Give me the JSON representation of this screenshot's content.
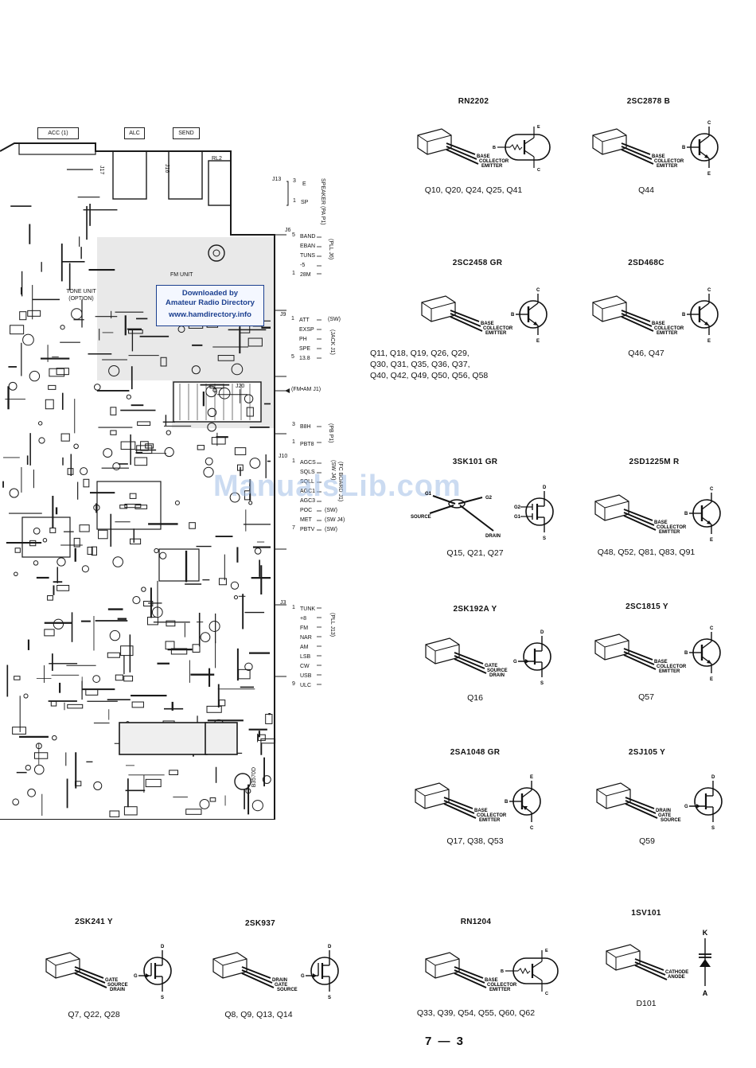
{
  "connectors": {
    "top_labels": [
      "ACC (1)",
      "ALC",
      "SEND"
    ],
    "j13": {
      "ref": "J13",
      "pins": [
        {
          "n": "3",
          "label": "E"
        },
        {
          "n": "1",
          "label": "SP"
        }
      ],
      "side": "SPEAKER (PA P1)"
    },
    "j6": {
      "ref": "J6",
      "pins": [
        {
          "n": "5",
          "label": "BAND"
        },
        {
          "n": "",
          "label": "EBAN"
        },
        {
          "n": "",
          "label": "TUNS"
        },
        {
          "n": "",
          "label": "-5"
        },
        {
          "n": "1",
          "label": "28M"
        }
      ],
      "side": "(PLL J6)"
    },
    "j9": {
      "ref": "J9",
      "pins": [
        {
          "n": "1",
          "label": "ATT"
        },
        {
          "n": "",
          "label": "EXSP"
        },
        {
          "n": "",
          "label": "PH"
        },
        {
          "n": "",
          "label": "SPE"
        },
        {
          "n": "5",
          "label": "13.8"
        }
      ],
      "side_a": "(SW)",
      "side_b": "(JACK J1)"
    },
    "fm_am": "(FM•AM J1)",
    "pbt": {
      "pins": [
        {
          "n": "3",
          "label": "B8H"
        },
        {
          "n": "1",
          "label": "PBT8"
        }
      ],
      "side": "(PB P1)"
    },
    "j10": {
      "ref": "J10",
      "pins": [
        {
          "n": "1",
          "label": "AGCS"
        },
        {
          "n": "",
          "label": "SQLS"
        },
        {
          "n": "",
          "label": "SQLL"
        },
        {
          "n": "",
          "label": "AGC1"
        },
        {
          "n": "",
          "label": "AGC3"
        },
        {
          "n": "",
          "label": "POC"
        },
        {
          "n": "",
          "label": "MET"
        },
        {
          "n": "7",
          "label": "PBTV"
        }
      ],
      "side_a": "(SW J4)",
      "side_b": "(FC BOARD J1)",
      "side_c": "(SW)",
      "side_d": "(SW J4)",
      "side_e": "(SW)"
    },
    "j3": {
      "ref": "J3",
      "pins": [
        {
          "n": "1",
          "label": "TUNK"
        },
        {
          "n": "",
          "label": "+8"
        },
        {
          "n": "",
          "label": "FM"
        },
        {
          "n": "",
          "label": "NAR"
        },
        {
          "n": "",
          "label": "AM"
        },
        {
          "n": "",
          "label": "LSB"
        },
        {
          "n": "",
          "label": "CW"
        },
        {
          "n": "",
          "label": "USB"
        },
        {
          "n": "9",
          "label": "ULC"
        }
      ],
      "side": "(PLL J13)"
    }
  },
  "board": {
    "tone_unit": "TONE UNIT (OPTION)",
    "fm_unit": "FM UNIT",
    "board_id": "B3570D",
    "jacks": [
      "J17",
      "J16",
      "RL2",
      "J20"
    ]
  },
  "download_box": {
    "line1": "Downloaded by",
    "line2": "Amateur Radio Directory",
    "url": "www.hamdirectory.info"
  },
  "watermark": "ManualsLib.com",
  "components": [
    {
      "name": "RN2202",
      "kind": "digital",
      "pins": [
        "BASE",
        "COLLECTOR",
        "EMITTER"
      ],
      "refs": "Q10, Q20, Q24, Q25, Q41"
    },
    {
      "name": "2SC2878 B",
      "kind": "npn",
      "pins": [
        "BASE",
        "COLLECTOR",
        "EMITTER"
      ],
      "refs": "Q44"
    },
    {
      "name": "2SC2458 GR",
      "kind": "npn",
      "pins": [
        "BASE",
        "COLLECTOR",
        "EMITTER"
      ],
      "refs": "Q11, Q18, Q19, Q26, Q29, Q30, Q31, Q35, Q36, Q37, Q40, Q42, Q49, Q50, Q56, Q58"
    },
    {
      "name": "2SD468C",
      "kind": "npn",
      "pins": [
        "BASE",
        "COLLECTOR",
        "EMITTER"
      ],
      "refs": "Q46, Q47"
    },
    {
      "name": "3SK101 GR",
      "kind": "dualgate",
      "pins": [
        "SOURCE",
        "DRAIN",
        "G1",
        "G2"
      ],
      "refs": "Q15, Q21, Q27"
    },
    {
      "name": "2SD1225M R",
      "kind": "npn",
      "pins": [
        "BASE",
        "COLLECTOR",
        "EMITTER"
      ],
      "refs": "Q48, Q52, Q81, Q83, Q91"
    },
    {
      "name": "2SK192A Y",
      "kind": "jfet",
      "pins": [
        "GATE",
        "SOURCE",
        "DRAIN"
      ],
      "refs": "Q16"
    },
    {
      "name": "2SC1815 Y",
      "kind": "npn",
      "pins": [
        "BASE",
        "COLLECTOR",
        "EMITTER"
      ],
      "refs": "Q57"
    },
    {
      "name": "2SA1048 GR",
      "kind": "pnp",
      "pins": [
        "BASE",
        "COLLECTOR",
        "EMITTER"
      ],
      "refs": "Q17, Q38, Q53"
    },
    {
      "name": "2SJ105 Y",
      "kind": "jfet",
      "pins": [
        "DRAIN",
        "GATE",
        "SOURCE"
      ],
      "refs": "Q59"
    },
    {
      "name": "2SK241 Y",
      "kind": "mosfet",
      "pins": [
        "GATE",
        "SOURCE",
        "DRAIN"
      ],
      "refs": "Q7, Q22, Q28"
    },
    {
      "name": "2SK937",
      "kind": "mosfet",
      "pins": [
        "DRAIN",
        "GATE",
        "SOURCE"
      ],
      "refs": "Q8, Q9, Q13, Q14"
    },
    {
      "name": "RN1204",
      "kind": "digital",
      "pins": [
        "BASE",
        "COLLECTOR",
        "EMITTER"
      ],
      "refs": "Q33, Q39, Q54, Q55, Q60, Q62"
    },
    {
      "name": "1SV101",
      "kind": "diode",
      "pins": [
        "CATHODE",
        "ANODE"
      ],
      "refs": "D101"
    }
  ],
  "symbol_letters": {
    "b": "B",
    "c": "C",
    "e": "E",
    "g": "G",
    "d": "D",
    "s": "S",
    "k": "K",
    "a": "A"
  },
  "page_number": "7 — 3"
}
